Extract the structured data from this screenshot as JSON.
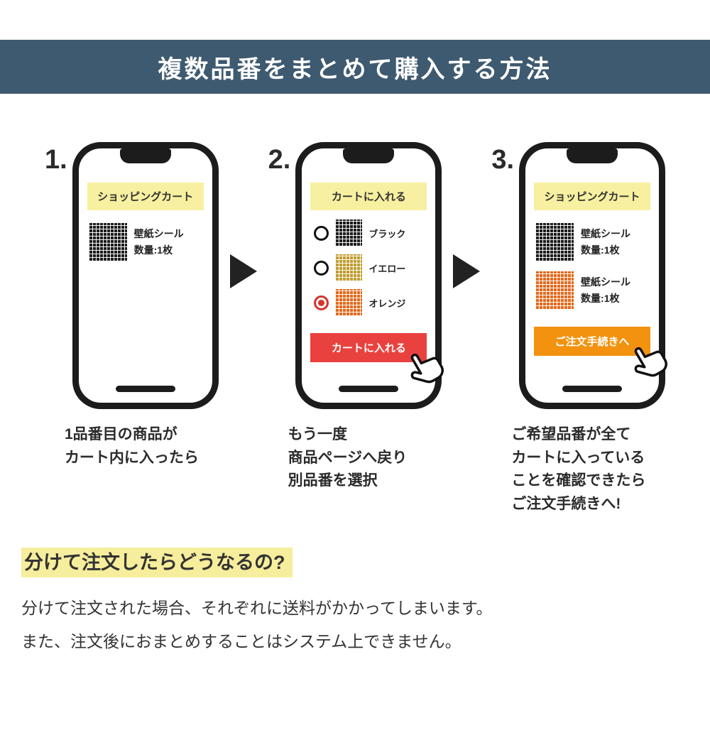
{
  "header": {
    "title": "複数品番をまとめて購入する方法"
  },
  "steps": [
    {
      "number": "1.",
      "banner": "ショッピングカート",
      "products": [
        {
          "swatch": "black",
          "name": "壁紙シール",
          "qty": "数量:1枚"
        }
      ],
      "caption": "1品番目の商品が\nカート内に入ったら"
    },
    {
      "number": "2.",
      "banner": "カートに入れる",
      "options": [
        {
          "swatch": "black",
          "label": "ブラック",
          "selected": false
        },
        {
          "swatch": "yellow",
          "label": "イエロー",
          "selected": false
        },
        {
          "swatch": "orange",
          "label": "オレンジ",
          "selected": true
        }
      ],
      "button": {
        "label": "カートに入れる",
        "color": "#e9423e"
      },
      "caption": "もう一度\n商品ページへ戻り\n別品番を選択"
    },
    {
      "number": "3.",
      "banner": "ショッピングカート",
      "products": [
        {
          "swatch": "black",
          "name": "壁紙シール",
          "qty": "数量:1枚"
        },
        {
          "swatch": "orange",
          "name": "壁紙シール",
          "qty": "数量:1枚"
        }
      ],
      "button": {
        "label": "ご注文手続きへ",
        "color": "#f3920e"
      },
      "caption": "ご希望品番が全て\nカートに入っている\nことを確認できたら\nご注文手続きへ!"
    }
  ],
  "notice": {
    "heading": "分けて注文したらどうなるの?",
    "body": "分けて注文された場合、それぞれに送料がかかってしまいます。\nまた、注文後におまとめすることはシステム上できません。"
  },
  "colors": {
    "header_bg": "#3e5a70",
    "banner_bg": "#f7f0a0",
    "highlight": "#f6ee9c",
    "swatch_black": "#1c1c1c",
    "swatch_yellow": "#c09c2e",
    "swatch_orange": "#e2691c",
    "radio_selected": "#d6342c"
  }
}
